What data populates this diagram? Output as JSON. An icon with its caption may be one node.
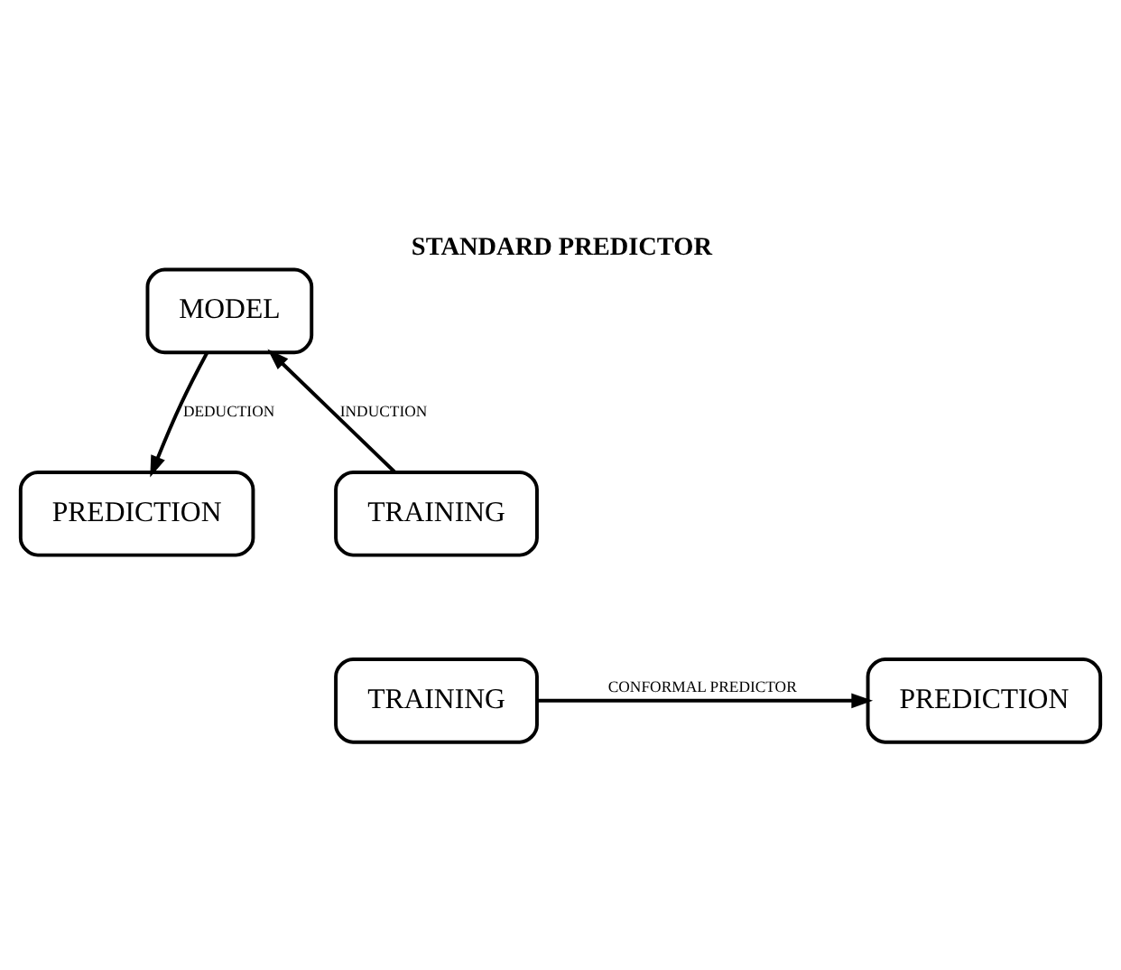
{
  "diagram": {
    "title": "STANDARD PREDICTOR",
    "nodes": [
      {
        "text": [
          "MODEL"
        ]
      },
      {
        "text": [
          "TRAINING"
        ]
      },
      {
        "text": [
          "PREDICTION"
        ]
      },
      {
        "text": [
          "TRAINING"
        ]
      },
      {
        "text": [
          "PREDICTION"
        ]
      }
    ],
    "edges": [
      {
        "from": 1,
        "to": 0,
        "arrow": "to",
        "label": "INDUCTION"
      },
      {
        "from": 0,
        "to": 2,
        "arrow": "to",
        "label": "DEDUCTION"
      },
      {
        "from": 3,
        "to": 4,
        "arrow": "to",
        "label": "CONFORMAL PREDICTOR"
      }
    ]
  }
}
